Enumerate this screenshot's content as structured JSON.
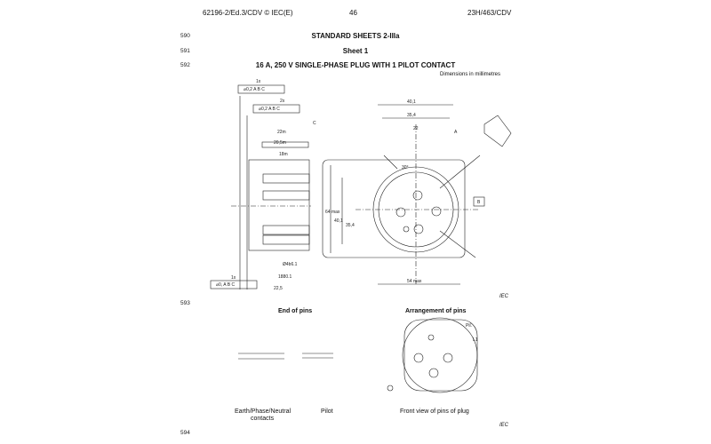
{
  "header": {
    "left": "62196-2/Ed.3/CDV © IEC(E)",
    "center": "46",
    "right": "23H/463/CDV"
  },
  "line_numbers": {
    "l590": "590",
    "l591": "591",
    "l592": "592",
    "l593": "593",
    "l594": "594"
  },
  "titles": {
    "standard_sheets": "STANDARD SHEETS 2-IIIa",
    "sheet": "Sheet 1",
    "plug": "16 A, 250 V SINGLE-PHASE PLUG WITH 1 PILOT CONTACT"
  },
  "dimensions_note": "Dimensions in millimetres",
  "iec_mark": "IEC",
  "labels": {
    "end_of_pins": "End of pins",
    "arrangement_of_pins": "Arrangement of pins",
    "earth_phase_neutral": "Earth/Phase/Neutral",
    "contacts": "contacts",
    "pilot": "Pilot",
    "front_view": "Front view of pins of plug",
    "pil": "Pil.",
    "l1": "L1"
  },
  "drawing_text": {
    "d_40_1": "40,1",
    "d_35_4": "35,4",
    "d_22": "22",
    "d_a": "A",
    "d_b": "B",
    "d_c": "C",
    "d_22m": "22m",
    "d_20_5": "20,5m",
    "d_18m": "18m",
    "d_4b": "Ø4b6.1",
    "d_1880": "1880.1",
    "d_22_5": "22,5",
    "d_54max": "54 max",
    "d_64max": "64 max",
    "d_40_1v": "40,1",
    "d_35_4v": "35,4",
    "d_30deg": "30°",
    "d_1x": "1x",
    "d_2x": "2x",
    "d_1xb": "1x",
    "tol_1": "⌀0,2 A B C",
    "tol_2": "⌀0,2 A B C",
    "tol_3": "⌀0, A B C"
  }
}
